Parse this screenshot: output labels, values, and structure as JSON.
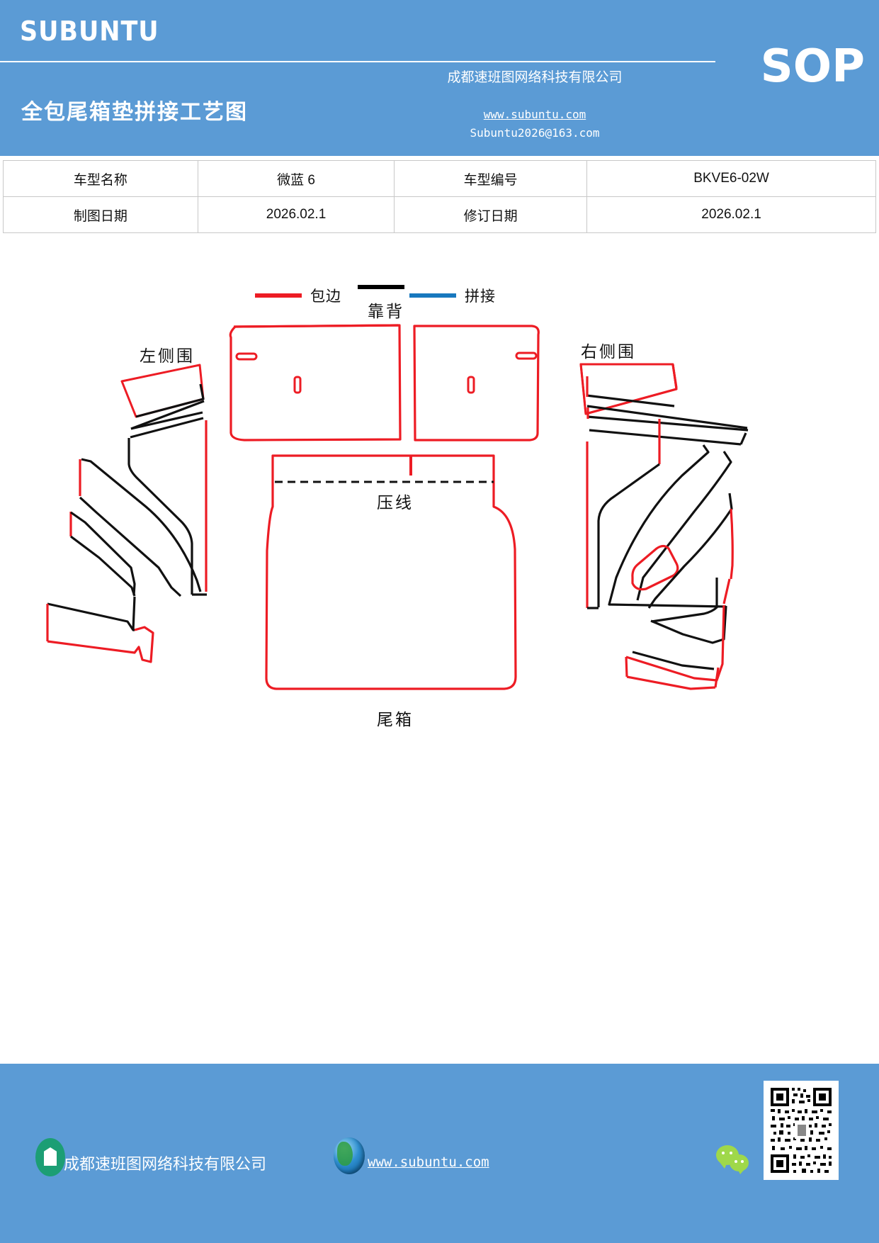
{
  "header": {
    "brand": "SUBUNTU",
    "sop_badge": "SOP",
    "doc_title": "全包尾箱垫拼接工艺图",
    "company": "成都速班图网络科技有限公司",
    "website": "www.subuntu.com",
    "email": "Subuntu2026@163.com",
    "bg_color": "#5B9BD5"
  },
  "info_table": {
    "rows": [
      {
        "label1": "车型名称",
        "value1": "微蓝 6",
        "label2": "车型编号",
        "value2": "BKVE6-02W"
      },
      {
        "label1": "制图日期",
        "value1": "2026.02.1",
        "label2": "修订日期",
        "value2": "2026.02.1"
      }
    ]
  },
  "legend": {
    "items": [
      {
        "label": "包边",
        "color": "#ED1C24",
        "icon": "line-swatch-red"
      },
      {
        "label": "",
        "color": "#000000",
        "icon": "line-swatch-black"
      },
      {
        "label": "拼接",
        "color": "#1878BE",
        "icon": "line-swatch-blue"
      }
    ]
  },
  "drawing": {
    "labels": {
      "backrest": "靠背",
      "left_side": "左侧围",
      "right_side": "右侧围",
      "press_line": "压线",
      "trunk": "尾箱"
    },
    "colors": {
      "edge_binding": "#ED1C24",
      "stitch": "#1a1a1a",
      "splice": "#1878BE"
    }
  },
  "footer": {
    "company": "成都速班图网络科技有限公司",
    "website": "www.subuntu.com",
    "icons": [
      "company-house-icon",
      "globe-icon",
      "wechat-icon",
      "qr-code"
    ],
    "bg_color": "#5B9BD5"
  }
}
